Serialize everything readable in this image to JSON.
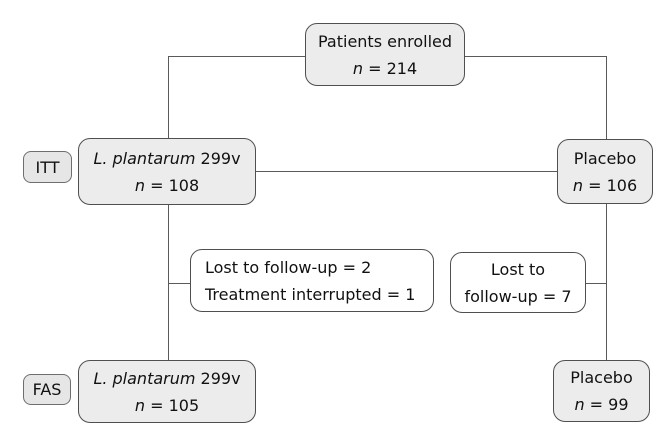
{
  "palette": {
    "node_fill": "#ececec",
    "white_node_fill": "#ffffff",
    "node_border": "#4f4f4f",
    "connector_color": "#5a5a5a",
    "text_color": "#111111"
  },
  "row_labels": {
    "itt": "ITT",
    "fas": "FAS"
  },
  "nodes": {
    "enrolled": {
      "title": "Patients enrolled",
      "n": "n",
      "n_rest": " = 214"
    },
    "itt_treatment": {
      "name_italic": "L. plantarum",
      "name_rest": " 299v",
      "n": "n",
      "n_rest": " = 108"
    },
    "itt_placebo": {
      "title": "Placebo",
      "n": "n",
      "n_rest": " = 106"
    },
    "exclusion_treatment": {
      "line1": "Lost to follow-up = 2",
      "line2": "Treatment interrupted = 1"
    },
    "exclusion_placebo": {
      "line1": "Lost to",
      "line2": "follow-up = 7"
    },
    "fas_treatment": {
      "name_italic": "L. plantarum",
      "name_rest": " 299v",
      "n": "n",
      "n_rest": " = 105"
    },
    "fas_placebo": {
      "title": "Placebo",
      "n": "n",
      "n_rest": " = 99"
    }
  }
}
